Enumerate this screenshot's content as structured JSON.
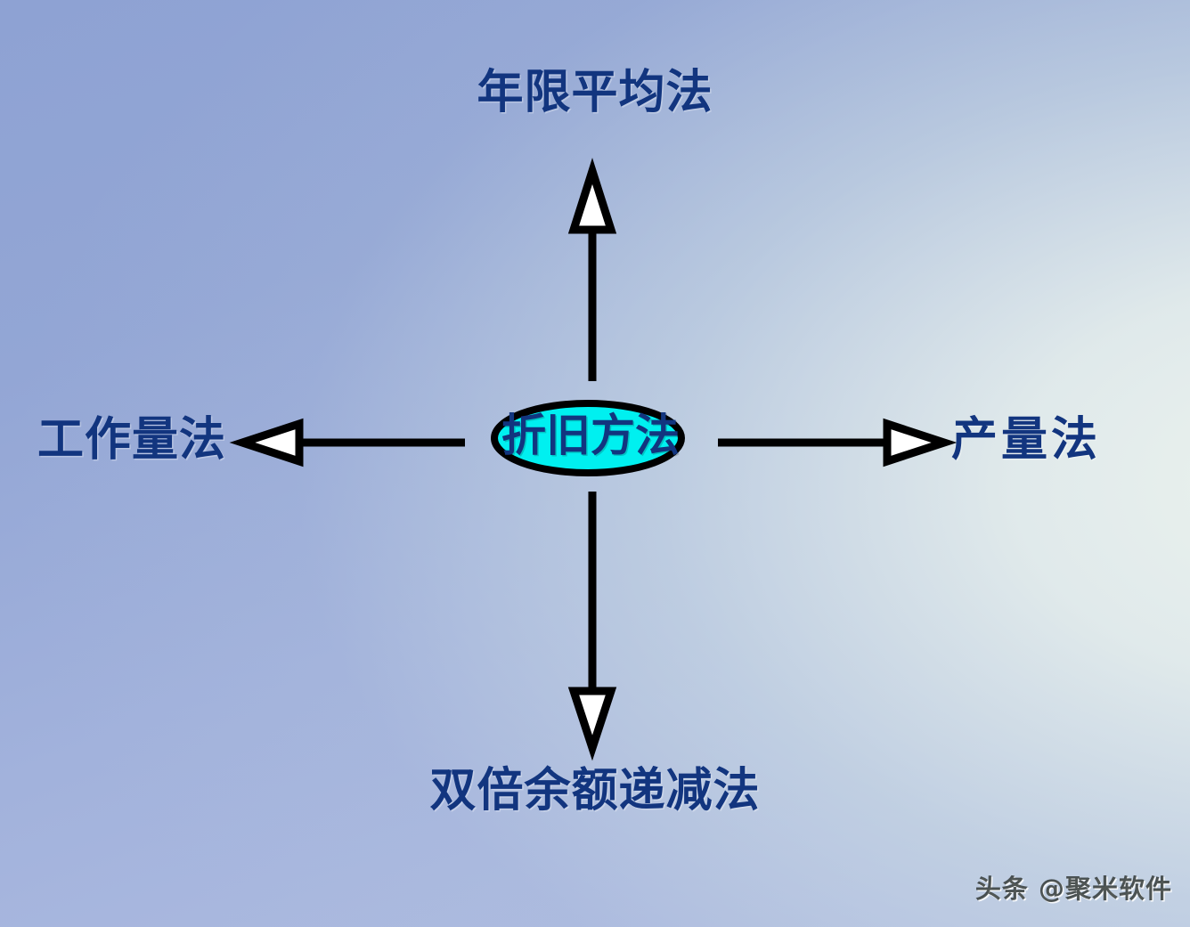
{
  "diagram": {
    "type": "radial-concept-map",
    "center": {
      "label": "折旧方法",
      "shape": "ellipse",
      "fill_color": "#00f0f0",
      "border_color": "#000000",
      "text_color": "#12357f"
    },
    "branches": [
      {
        "id": "top",
        "label": "年限平均法",
        "direction": "up",
        "connector": "line-with-open-arrowhead",
        "arrow_fill": "#ffffff",
        "arrow_stroke": "#000000"
      },
      {
        "id": "left",
        "label": "工作量法",
        "direction": "left",
        "connector": "line-with-open-arrowhead",
        "arrow_fill": "#ffffff",
        "arrow_stroke": "#000000"
      },
      {
        "id": "right",
        "label": "产量法",
        "direction": "right",
        "connector": "line-with-open-arrowhead",
        "arrow_fill": "#ffffff",
        "arrow_stroke": "#000000"
      },
      {
        "id": "bottom",
        "label": "双倍余额递减法",
        "direction": "down",
        "connector": "line-with-open-arrowhead",
        "arrow_fill": "#ffffff",
        "arrow_stroke": "#000000"
      }
    ],
    "label_color": "#12357f",
    "line_color": "#000000",
    "background": {
      "top_left_color": "#8ea2d3",
      "top_right_color": "#dfe8ec",
      "bottom_left_color": "#aab8de",
      "bottom_right_color": "#e8efe8"
    }
  },
  "watermark": {
    "text": "头条 @聚米软件"
  }
}
